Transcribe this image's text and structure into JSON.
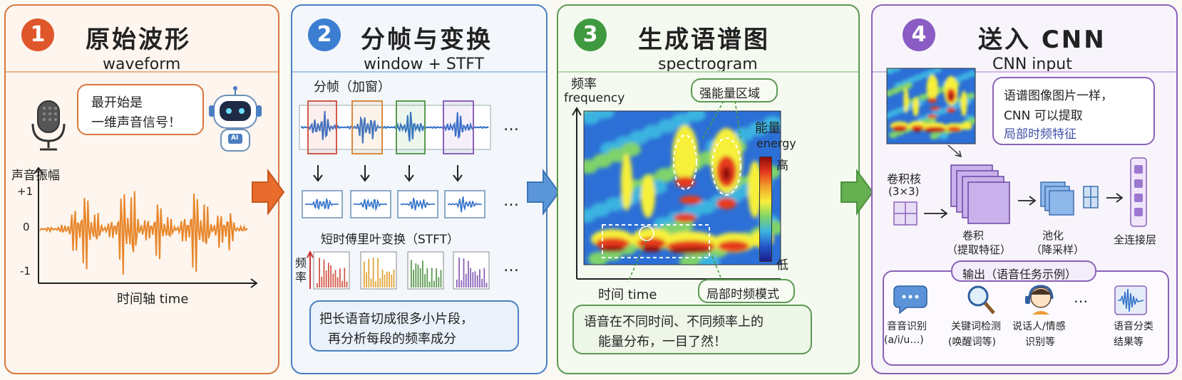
{
  "panels": {
    "p1": {
      "num": "1",
      "title": "原始波形",
      "subtitle": "waveform",
      "bubble": {
        "line1": "最开始是",
        "line2": "一维声音信号！"
      },
      "robot_badge": "AI",
      "ylabel": "声音振幅",
      "ticks": {
        "top": "+1",
        "mid": "0",
        "bottom": "-1"
      },
      "xlabel": "时间轴 time"
    },
    "p2": {
      "num": "2",
      "title": "分帧与变换",
      "subtitle": "window + STFT",
      "frames_label": "分帧（加窗）",
      "ellipsis": "…",
      "stft_label": "短时傅里叶变换（STFT）",
      "freq_label": "频率",
      "note": {
        "line1": "把长语音切成很多小片段，",
        "line2": "再分析每段的频率成分"
      }
    },
    "p3": {
      "num": "3",
      "title": "生成语谱图",
      "subtitle": "spectrogram",
      "ylabel_cn": "频率",
      "ylabel_en": "frequency",
      "xlabel": "时间 time",
      "callout_strong": "强能量区域",
      "callout_local": "局部时频模式",
      "energy_cn": "能量",
      "energy_en": "energy",
      "high": "高",
      "low": "低",
      "note": {
        "line1": "语音在不同时间、不同频率上的",
        "line2": "能量分布，一目了然！"
      }
    },
    "p4": {
      "num": "4",
      "title": "送入 CNN",
      "subtitle": "CNN input",
      "bubble": {
        "line1": "语谱图像图片一样，",
        "line2": "CNN 可以提取",
        "line3": "局部时频特征"
      },
      "kernel": {
        "line1": "卷积核",
        "line2": "(3×3)"
      },
      "conv": {
        "line1": "卷积",
        "line2": "（提取特征）"
      },
      "pool": {
        "line1": "池化",
        "line2": "（降采样）"
      },
      "fc": "全连接层",
      "output_title": "输出（语音任务示例）",
      "outputs": [
        {
          "line1": "音音识别",
          "line2": "(a/i/u…)"
        },
        {
          "line1": "关键词检测",
          "line2": "(唤醒词等)"
        },
        {
          "line1": "说话人/情感",
          "line2": "识别等"
        },
        {
          "line1": "语音分类",
          "line2": "结果等"
        }
      ],
      "output_ellipsis": "…"
    }
  },
  "colors": {
    "orange": "#d9773f",
    "blue": "#4a7fc1",
    "green": "#5a9a52",
    "purple": "#8a62b8"
  }
}
